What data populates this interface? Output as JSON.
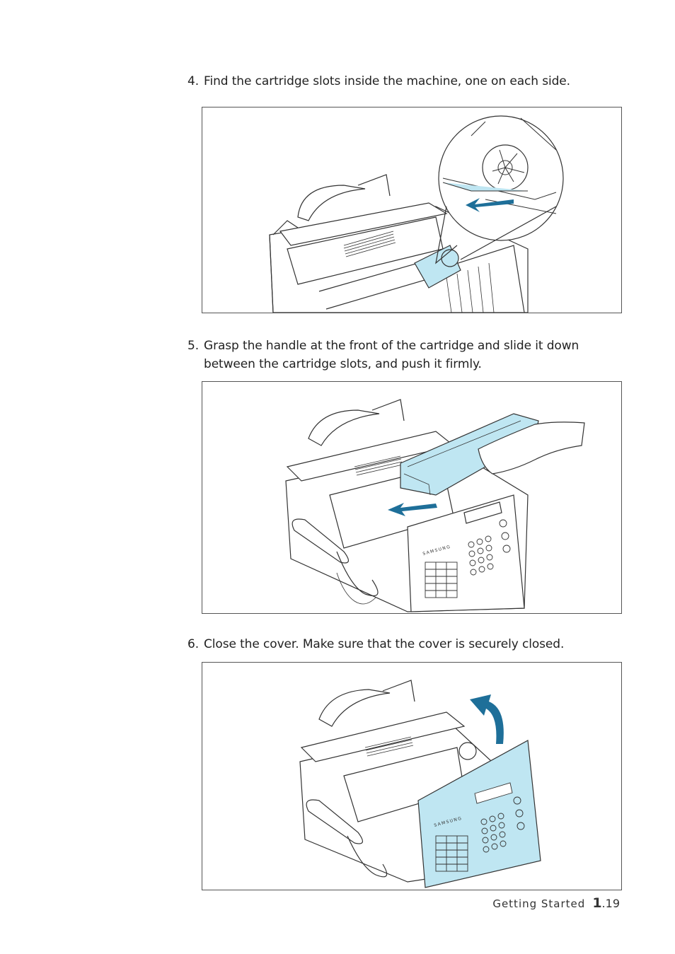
{
  "steps": [
    {
      "number": "4.",
      "lines": [
        "Find the cartridge slots inside the machine, one on each side."
      ]
    },
    {
      "number": "5.",
      "lines": [
        "Grasp the handle at the front of the cartridge and slide it down",
        "between the cartridge slots, and push it firmly."
      ]
    },
    {
      "number": "6.",
      "lines": [
        "Close the cover. Make sure that the cover is securely closed."
      ]
    }
  ],
  "brand_label": "SAMSUNG",
  "footer": {
    "section": "Getting Started",
    "chapter": "1",
    "page": ".19"
  },
  "colors": {
    "highlight": "#bfe6f2",
    "arrow": "#1e6f99",
    "line": "#333333"
  }
}
